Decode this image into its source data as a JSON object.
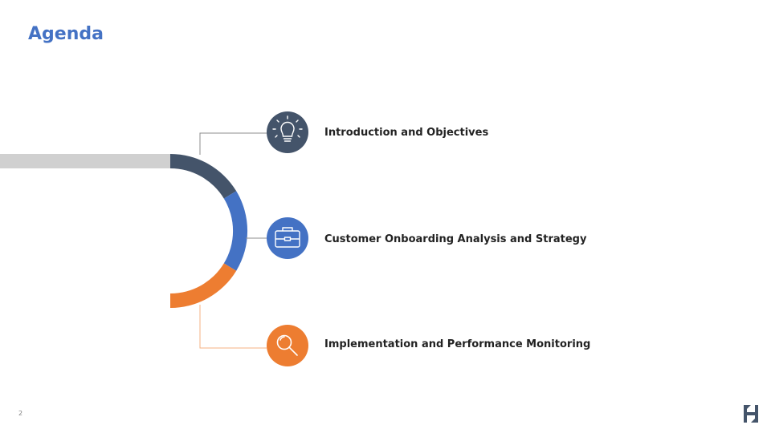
{
  "slide": {
    "title": "Agenda",
    "page_number": "2"
  },
  "agenda": {
    "items": [
      {
        "label": "Introduction and Objectives",
        "icon": "lightbulb-icon",
        "color": "#44546A"
      },
      {
        "label": "Customer Onboarding Analysis and Strategy",
        "icon": "briefcase-icon",
        "color": "#4472C4"
      },
      {
        "label": "Implementation and Performance Monitoring",
        "icon": "magnifier-icon",
        "color": "#ED7D31"
      }
    ]
  },
  "colors": {
    "title": "#4472C4",
    "bar": "#D0D0D0",
    "logo": "#44546A"
  },
  "logo": {
    "icon": "company-logo-icon"
  }
}
